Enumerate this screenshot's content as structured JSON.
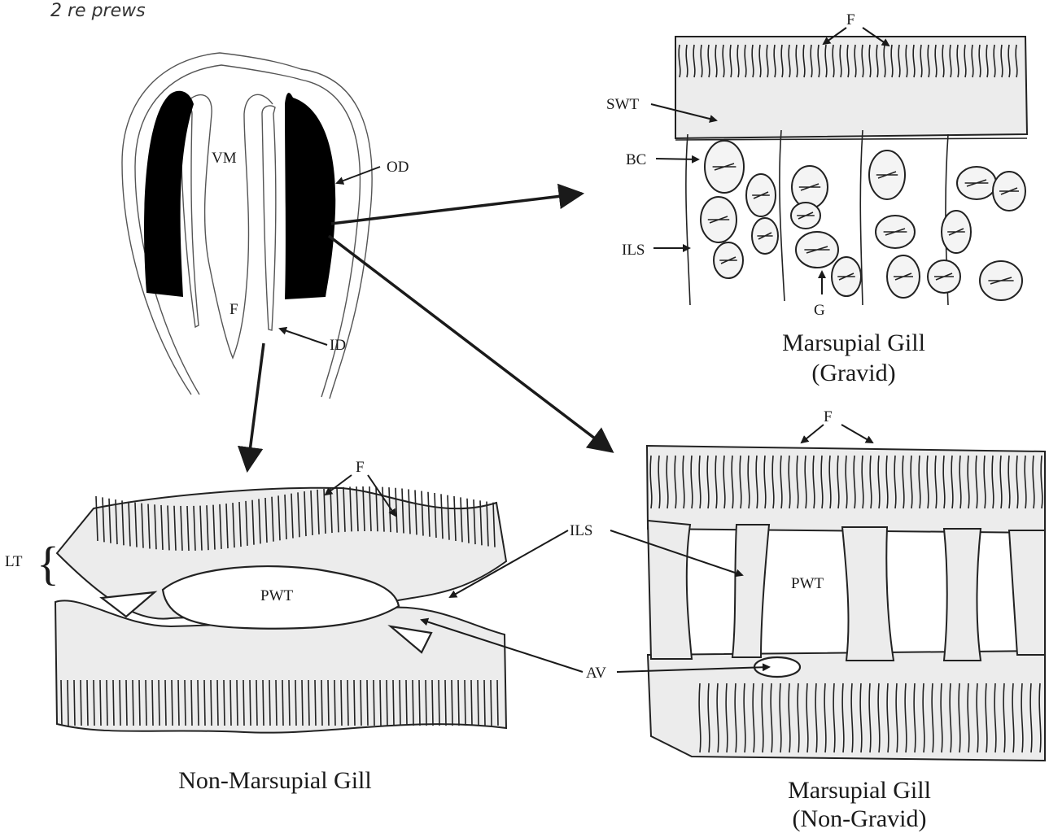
{
  "scribble": "2 re prews",
  "overview": {
    "labels": {
      "vm": "VM",
      "od": "OD",
      "f": "F",
      "id": "ID"
    }
  },
  "gravid": {
    "labels": {
      "f": "F",
      "swt": "SWT",
      "bc": "BC",
      "ils": "ILS",
      "g": "G"
    },
    "caption_line1": "Marsupial Gill",
    "caption_line2": "(Gravid)"
  },
  "nonmarsupial": {
    "labels": {
      "f": "F",
      "lt": "LT",
      "pwt": "PWT"
    },
    "caption": "Non-Marsupial Gill"
  },
  "nongravid": {
    "labels": {
      "f": "F",
      "pwt": "PWT"
    },
    "caption_line1": "Marsupial Gill",
    "caption_line2": "(Non-Gravid)"
  },
  "shared_labels": {
    "ils": "ILS",
    "av": "AV"
  },
  "colors": {
    "ink": "#1a1a1a",
    "tissue": "#ececec",
    "background": "#ffffff",
    "gill": "#000000"
  }
}
